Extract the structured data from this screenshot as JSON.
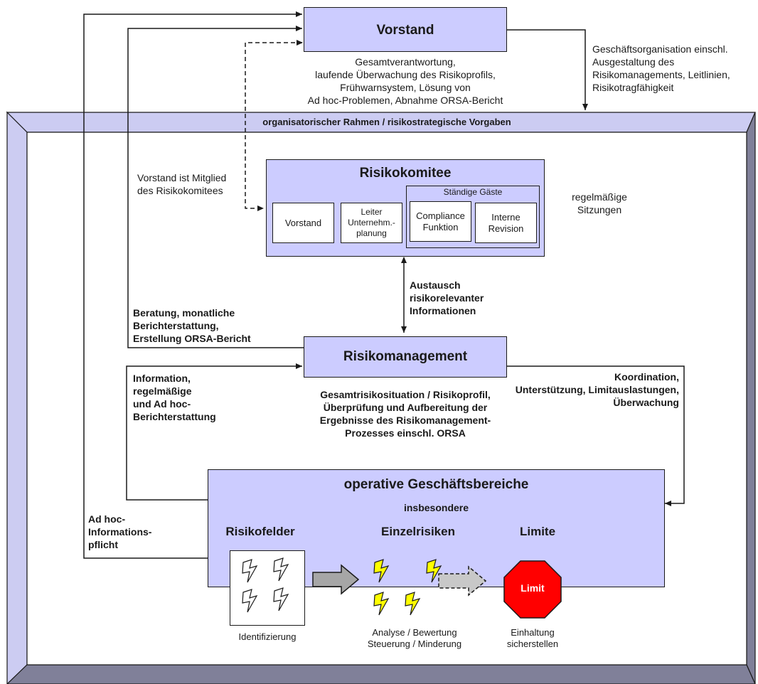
{
  "frame": {
    "header": "organisatorischer Rahmen / risikostrategische Vorgaben"
  },
  "vorstand": {
    "title": "Vorstand",
    "desc": "Gesamtverantwortung,\nlaufende Überwachung des Risikoprofils,\nFrühwarnsystem, Lösung von\nAd hoc-Problemen, Abnahme ORSA-Bericht",
    "right_note": "Geschäftsorganisation einschl.\nAusgestaltung des\nRisikomanagements, Leitlinien,\nRisikotragfähigkeit"
  },
  "risikokomitee": {
    "title": "Risikokomitee",
    "guests_label": "Ständige Gäste",
    "members": [
      "Vorstand",
      "Leiter\nUnternehm.-\nplanung"
    ],
    "guests": [
      "Compliance\nFunktion",
      "Interne\nRevision"
    ],
    "left_note": "Vorstand ist Mitglied\ndes Risikokomitees",
    "right_note": "regelmäßige\nSitzungen"
  },
  "exchange_note": "Austausch\nrisikorelevanter\nInformationen",
  "risikomanagement": {
    "title": "Risikomanagement",
    "desc": "Gesamtrisikosituation / Risikoprofil,\nÜberprüfung und Aufbereitung der\nErgebnisse des Risikomanagement-\nProzesses einschl. ORSA",
    "left_upper_note": "Beratung, monatliche\nBerichterstattung,\nErstellung ORSA-Bericht",
    "left_lower_note": "Information,\nregelmäßige\nund Ad hoc-\nBerichterstattung",
    "right_note": "Koordination,\nUnterstützung, Limitauslastungen,\nÜberwachung"
  },
  "operative": {
    "title": "operative Geschäftsbereiche",
    "subtitle": "insbesondere",
    "col1_title": "Risikofelder",
    "col2_title": "Einzelrisiken",
    "col3_title": "Limite",
    "col1_caption": "Identifizierung",
    "col2_caption": "Analyse / Bewertung\nSteuerung / Minderung",
    "col3_caption": "Einhaltung\nsicherstellen",
    "limit_label": "Limit",
    "left_note": "Ad hoc-\nInformations-\npflicht"
  },
  "colors": {
    "box_fill": "#ccccff",
    "frame_fill": "#ccccf2",
    "frame_shadow": "#808099",
    "bolt_yellow": "#ffff00",
    "limit_red": "#ff0000"
  }
}
